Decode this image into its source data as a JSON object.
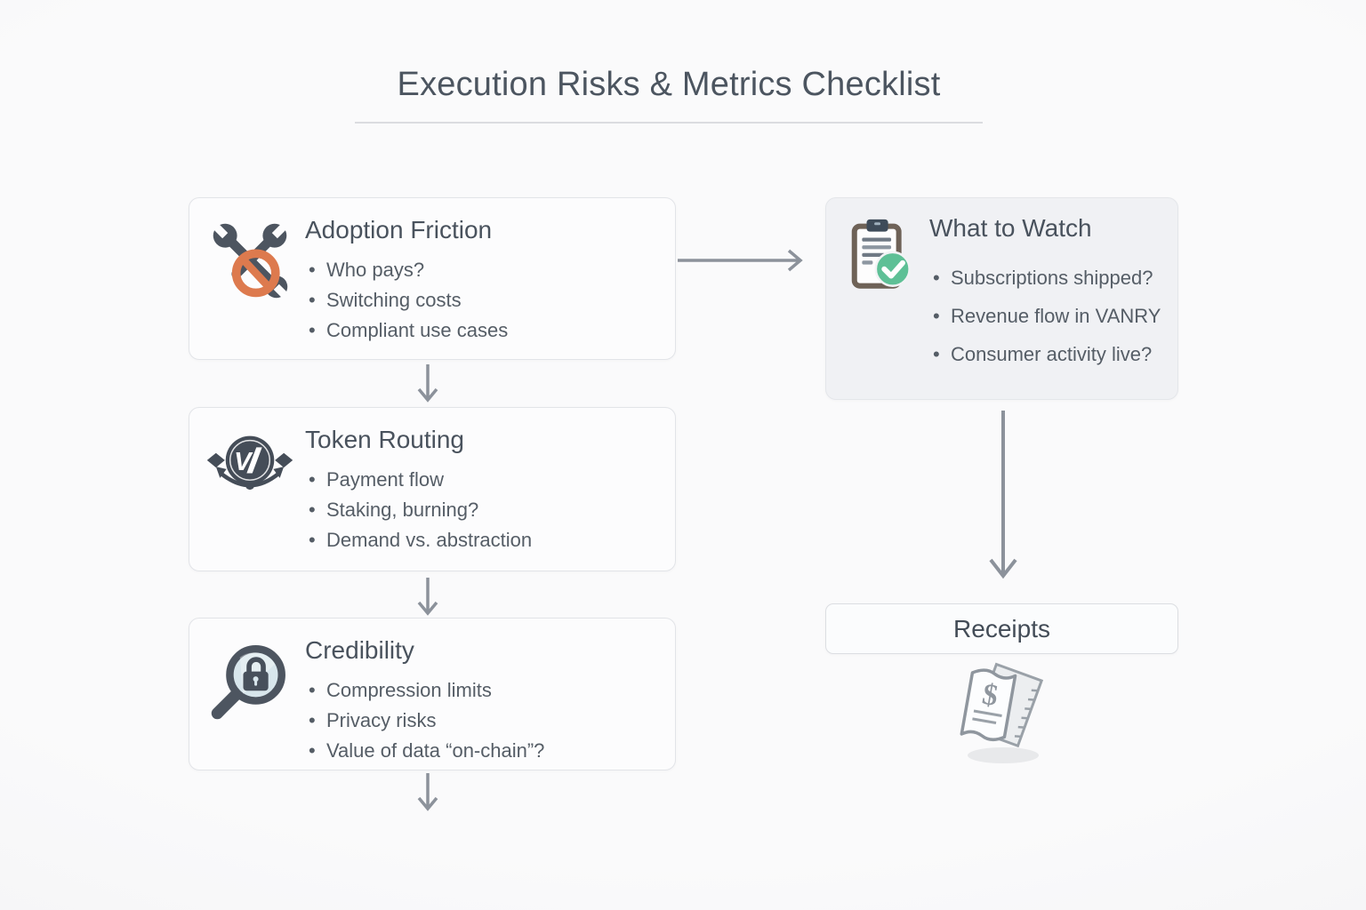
{
  "title": "Execution Risks & Metrics Checklist",
  "left_column": {
    "adoption_friction": {
      "heading": "Adoption Friction",
      "bullets": [
        "Who pays?",
        "Switching costs",
        "Compliant use cases"
      ]
    },
    "token_routing": {
      "heading": "Token Routing",
      "bullets": [
        "Payment flow",
        "Staking, burning?",
        "Demand vs. abstraction"
      ]
    },
    "credibility": {
      "heading": "Credibility",
      "bullets": [
        "Compression limits",
        "Privacy risks",
        "Value of data “on-chain”?"
      ]
    }
  },
  "right_column": {
    "what_to_watch": {
      "heading": "What to Watch",
      "bullets": [
        "Subscriptions shipped?",
        "Revenue flow in VANRY",
        "Consumer activity live?"
      ]
    },
    "receipts": {
      "heading": "Receipts"
    }
  },
  "icons": {
    "adoption_friction": "crossed-wrenches-prohibited-icon",
    "token_routing": "token-coin-routing-icon",
    "coin_letter": "V",
    "credibility": "magnifier-lock-icon",
    "what_to_watch": "clipboard-check-icon",
    "receipts": "receipt-dollar-icon",
    "receipt_dollar": "$"
  },
  "colors": {
    "background": "#f7f7f8",
    "card_fill": "#fcfcfd",
    "watch_card_fill": "#f0f1f4",
    "card_border": "#e2e4e8",
    "title_text": "#4c5560",
    "heading_text": "#49525d",
    "body_text": "#555d66",
    "arrow": "#8c929b",
    "accent_orange": "#dd7a4e",
    "accent_green": "#5ec096",
    "icon_dark": "#4d5560",
    "lens_blue": "#d8e6ec",
    "clipboard_brown": "#6e6257"
  }
}
